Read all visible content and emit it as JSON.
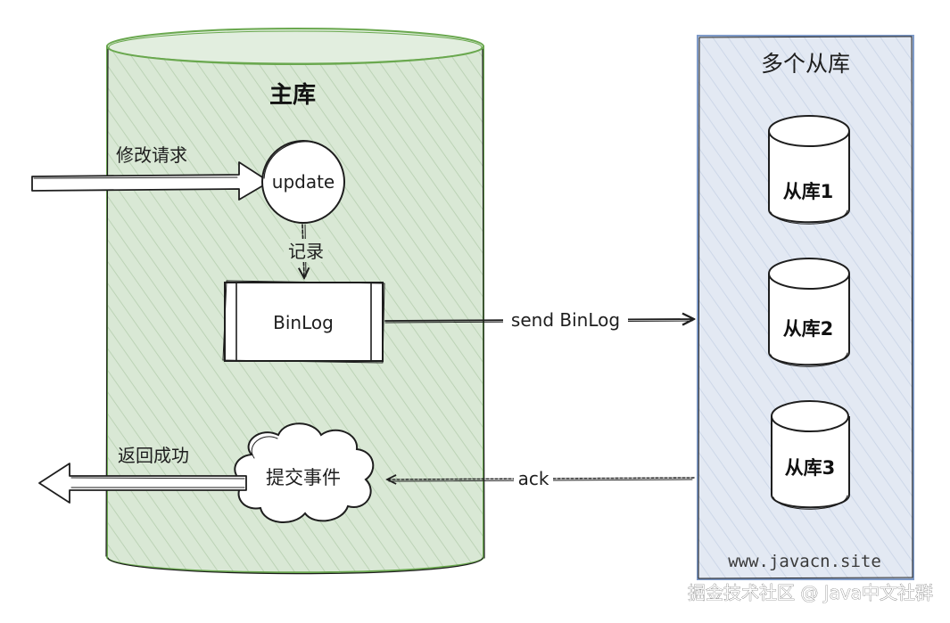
{
  "master": {
    "title": "主库",
    "update_label": "update",
    "record_label": "记录",
    "binlog_label": "BinLog",
    "commit_label": "提交事件"
  },
  "incoming": {
    "label": "修改请求"
  },
  "outgoing": {
    "label": "返回成功"
  },
  "send": {
    "label": "send BinLog"
  },
  "ack": {
    "label": "ack"
  },
  "slaves": {
    "title": "多个从库",
    "items": [
      "从库1",
      "从库2",
      "从库3"
    ]
  },
  "watermark": {
    "site": "www.javacn.site",
    "credit": "掘金技术社区 @ Java中文社群"
  },
  "colors": {
    "master_fill": "#d8e8d6",
    "master_stroke": "#6aa84f",
    "slave_fill": "#dfe6f2",
    "slave_stroke": "#7f9bc9"
  }
}
